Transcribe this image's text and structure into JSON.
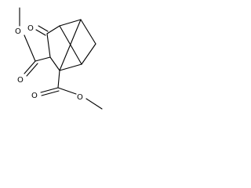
{
  "molecule": {
    "atom_labels": {
      "ketone_oxygen": "O",
      "ester1_carbonyl_oxygen": "O",
      "ester1_ether_oxygen": "O",
      "ester2_carbonyl_oxygen": "O",
      "ester2_ether_oxygen": "O"
    },
    "colors": {
      "bond": "#000000",
      "label": "#000000",
      "background": "#ffffff"
    }
  }
}
